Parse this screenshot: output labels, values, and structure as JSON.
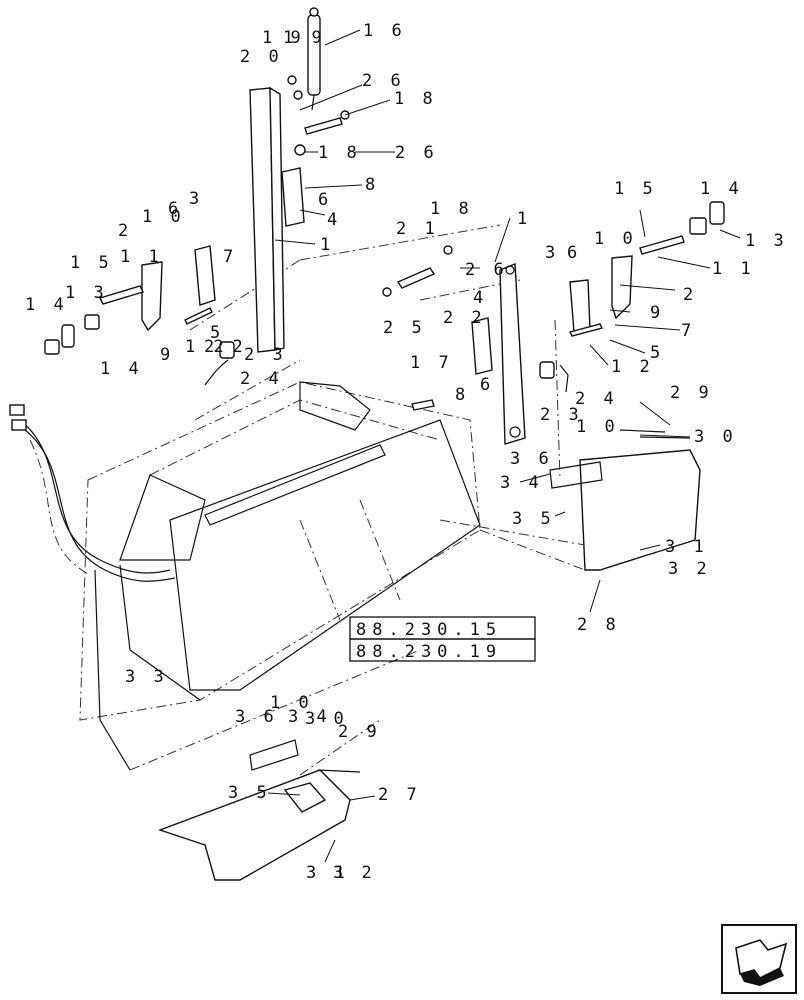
{
  "callouts": [
    {
      "id": "c16",
      "text": "1 6"
    },
    {
      "id": "c19a",
      "text": "1 9"
    },
    {
      "id": "c20",
      "text": "2 0"
    },
    {
      "id": "c19b",
      "text": "1 9"
    },
    {
      "id": "c26a",
      "text": "2 6"
    },
    {
      "id": "c18a",
      "text": "1 8"
    },
    {
      "id": "c18b",
      "text": "1 8"
    },
    {
      "id": "c26b",
      "text": "2 6"
    },
    {
      "id": "c8a",
      "text": "8"
    },
    {
      "id": "c6a",
      "text": "6"
    },
    {
      "id": "c4a",
      "text": "4"
    },
    {
      "id": "c1a",
      "text": "1"
    },
    {
      "id": "c3a",
      "text": "3"
    },
    {
      "id": "c10a",
      "text": "1 0"
    },
    {
      "id": "c6b",
      "text": "6"
    },
    {
      "id": "c2a",
      "text": "2"
    },
    {
      "id": "c11a",
      "text": "1 1"
    },
    {
      "id": "c15a",
      "text": "1 5"
    },
    {
      "id": "c7a",
      "text": "7"
    },
    {
      "id": "c13a",
      "text": "1 3"
    },
    {
      "id": "c14a",
      "text": "1 4"
    },
    {
      "id": "c9a",
      "text": "9"
    },
    {
      "id": "c12a",
      "text": "1 2"
    },
    {
      "id": "c5a",
      "text": "5"
    },
    {
      "id": "c22a",
      "text": "2 2"
    },
    {
      "id": "c23a",
      "text": "2 3"
    },
    {
      "id": "c14b",
      "text": "1 4"
    },
    {
      "id": "c24a",
      "text": "2 4"
    },
    {
      "id": "c18c",
      "text": "1 8"
    },
    {
      "id": "c21b",
      "text": "2 1"
    },
    {
      "id": "c26c",
      "text": "2 6"
    },
    {
      "id": "c25b",
      "text": "2 5"
    },
    {
      "id": "c22b",
      "text": "2 2"
    },
    {
      "id": "c1b",
      "text": "1"
    },
    {
      "id": "c4b",
      "text": "4"
    },
    {
      "id": "c17",
      "text": "1 7"
    },
    {
      "id": "c8b",
      "text": "8"
    },
    {
      "id": "c6c",
      "text": "6"
    },
    {
      "id": "c3b",
      "text": "3"
    },
    {
      "id": "c6d",
      "text": "6"
    },
    {
      "id": "c10b",
      "text": "1 0"
    },
    {
      "id": "c15b",
      "text": "1 5"
    },
    {
      "id": "c14c",
      "text": "1 4"
    },
    {
      "id": "c13b",
      "text": "1 3"
    },
    {
      "id": "c11b",
      "text": "1 1"
    },
    {
      "id": "c2b",
      "text": "2"
    },
    {
      "id": "c9b",
      "text": "9"
    },
    {
      "id": "c7b",
      "text": "7"
    },
    {
      "id": "c5b",
      "text": "5"
    },
    {
      "id": "c12b",
      "text": "1 2"
    },
    {
      "id": "c23b",
      "text": "2 3"
    },
    {
      "id": "c24b",
      "text": "2 4"
    },
    {
      "id": "c29a",
      "text": "2 9"
    },
    {
      "id": "c30a",
      "text": "3 0"
    },
    {
      "id": "c10c",
      "text": "1 0"
    },
    {
      "id": "c36a",
      "text": "3 6"
    },
    {
      "id": "c34a",
      "text": "3 4"
    },
    {
      "id": "c35a",
      "text": "3 5"
    },
    {
      "id": "c31a",
      "text": "3 1"
    },
    {
      "id": "c32a",
      "text": "3 2"
    },
    {
      "id": "c28",
      "text": "2 8"
    },
    {
      "id": "c33",
      "text": "3 3"
    },
    {
      "id": "c10d",
      "text": "1 0"
    },
    {
      "id": "c36b",
      "text": "3 6"
    },
    {
      "id": "c34b",
      "text": "3 4"
    },
    {
      "id": "c30b",
      "text": "3 0"
    },
    {
      "id": "c29b",
      "text": "2 9"
    },
    {
      "id": "c35b",
      "text": "3 5"
    },
    {
      "id": "c27",
      "text": "2 7"
    },
    {
      "id": "c31b",
      "text": "3 1"
    },
    {
      "id": "c32b",
      "text": "3 2"
    }
  ],
  "references": [
    {
      "id": "ref1",
      "text": "88.230.15"
    },
    {
      "id": "ref2",
      "text": "88.230.19"
    }
  ],
  "nav": {
    "icon": "next-page-arrow-icon"
  }
}
